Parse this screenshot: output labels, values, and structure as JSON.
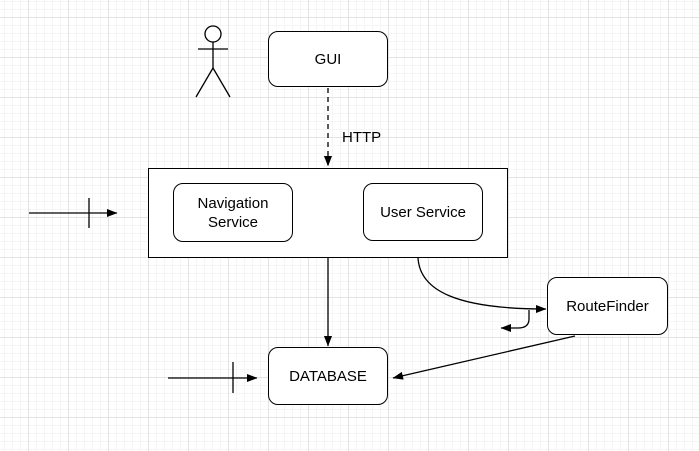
{
  "canvas": {
    "background": "#ffffff",
    "grid_minor_color": "#f5f5f5",
    "grid_major_color": "#e3e3e3"
  },
  "diagram": {
    "colors": {
      "stroke": "#000000",
      "node_fill": "#ffffff",
      "text": "#000000"
    },
    "nodes": {
      "actor": {
        "type": "stick-figure-actor"
      },
      "gui": {
        "label": "GUI"
      },
      "services_container": {
        "label": ""
      },
      "navigation_service": {
        "label": "Navigation Service"
      },
      "user_service": {
        "label": "User Service"
      },
      "route_finder": {
        "label": "RouteFinder"
      },
      "database": {
        "label": "DATABASE"
      }
    },
    "edges": {
      "http": {
        "label": "HTTP",
        "style": "dashed",
        "from": "gui",
        "to": "services_container"
      },
      "services_to_database": {
        "label": "",
        "from": "services_container",
        "to": "database"
      },
      "user_service_to_route_finder": {
        "label": "",
        "from": "user_service",
        "to": "route_finder"
      },
      "route_finder_return_hook": {
        "label": ""
      },
      "route_finder_to_database": {
        "label": "",
        "from": "route_finder",
        "to": "database"
      },
      "floating_arrow_into_services": {
        "label": ""
      },
      "floating_arrow_into_database": {
        "label": ""
      }
    }
  }
}
